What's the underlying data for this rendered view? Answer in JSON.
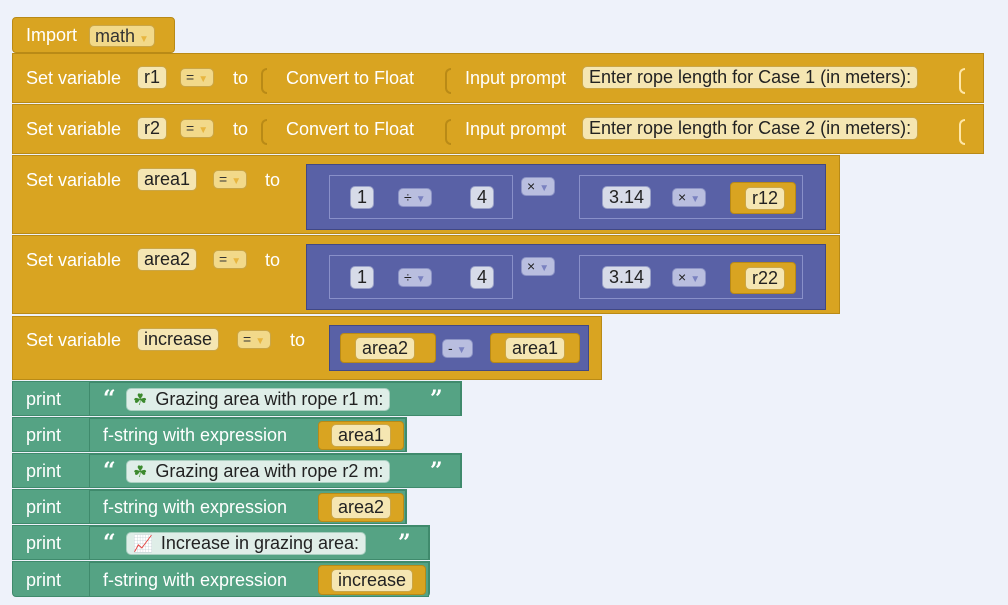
{
  "import_block": {
    "keyword": "Import",
    "module": "math"
  },
  "set_blocks": [
    {
      "keyword": "Set variable",
      "var": "r1",
      "op": "=",
      "to": "to",
      "fn1": "Convert to Float",
      "fn2": "Input prompt",
      "prompt": "Enter rope length for Case 1 (in meters):"
    },
    {
      "keyword": "Set variable",
      "var": "r2",
      "op": "=",
      "to": "to",
      "fn1": "Convert to Float",
      "fn2": "Input prompt",
      "prompt": "Enter rope length for Case 2 (in meters):"
    },
    {
      "keyword": "Set variable",
      "var": "area1",
      "op": "=",
      "to": "to",
      "num1": "1",
      "div": "÷",
      "num2": "4",
      "mul": "×",
      "pi": "3.14",
      "mul2": "×",
      "sq": "r12"
    },
    {
      "keyword": "Set variable",
      "var": "area2",
      "op": "=",
      "to": "to",
      "num1": "1",
      "div": "÷",
      "num2": "4",
      "mul": "×",
      "pi": "3.14",
      "mul2": "×",
      "sq": "r22"
    },
    {
      "keyword": "Set variable",
      "var": "increase",
      "op": "=",
      "to": "to",
      "a": "area2",
      "minus": "-",
      "b": "area1"
    }
  ],
  "print_blocks": [
    {
      "keyword": "print",
      "type": "string",
      "icon": "herb-icon",
      "text": "Grazing area with rope r1 m:"
    },
    {
      "keyword": "print",
      "type": "fstring",
      "label": "f-string with expression",
      "var": "area1"
    },
    {
      "keyword": "print",
      "type": "string",
      "icon": "herb-icon",
      "text": "Grazing area with rope r2 m:"
    },
    {
      "keyword": "print",
      "type": "fstring",
      "label": "f-string with expression",
      "var": "area2"
    },
    {
      "keyword": "print",
      "type": "string",
      "icon": "chart-icon",
      "text": "Increase in grazing area:"
    },
    {
      "keyword": "print",
      "type": "fstring",
      "label": "f-string with expression",
      "var": "increase"
    }
  ],
  "quote_open": "“",
  "quote_close": "”",
  "colors": {
    "variables": "#d9a421",
    "math": "#5961a6",
    "text": "#55a384",
    "workspace": "#eef2fa"
  }
}
